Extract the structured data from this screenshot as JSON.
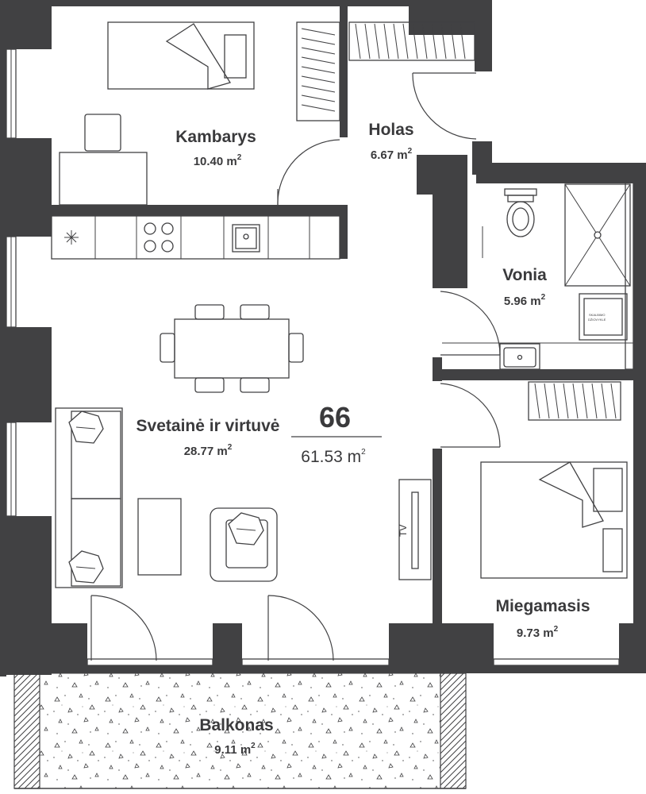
{
  "plan": {
    "apartment_number": "66",
    "apartment_area": "61.53 m",
    "area_superscript": "2",
    "tv_label": "TV",
    "tiny_label_1": "SKALBIMO",
    "tiny_label_2": "DŽIOVYKLĖ",
    "rooms": {
      "kambarys": {
        "name": "Kambarys",
        "area": "10.40 m"
      },
      "holas": {
        "name": "Holas",
        "area": "6.67 m"
      },
      "vonia": {
        "name": "Vonia",
        "area": "5.96 m"
      },
      "svetaine": {
        "name": "Svetainė ir virtuvė",
        "area": "28.77 m"
      },
      "miegamasis": {
        "name": "Miegamasis",
        "area": "9.73 m"
      },
      "balkonas": {
        "name": "Balkonas",
        "area": "9.11 m"
      }
    }
  }
}
